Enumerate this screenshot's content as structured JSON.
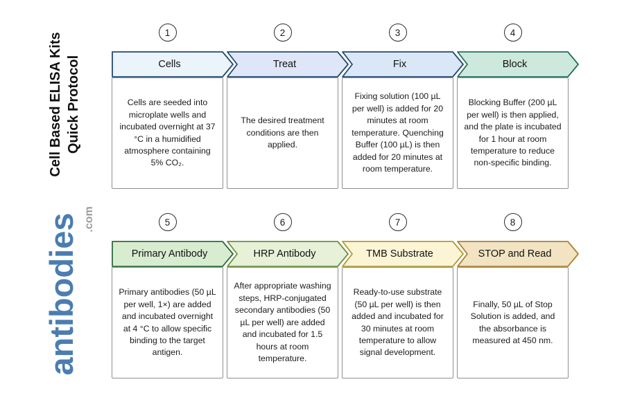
{
  "branding": {
    "title_line1": "Cell Based ELISA Kits",
    "title_line2": "Quick Protocol",
    "logo": "antibodies",
    "logo_color": "#4b7db0",
    "tld": ".com",
    "tld_color": "#9b9b9b"
  },
  "steps": [
    {
      "number": "1",
      "label": "Cells",
      "fill": "#ebf3fb",
      "stroke": "#24496e",
      "description": "Cells are seeded into microplate wells and incubated overnight at 37 °C in a humidified atmosphere containing 5% CO₂."
    },
    {
      "number": "2",
      "label": "Treat",
      "fill": "#dee6f8",
      "stroke": "#24496e",
      "description": "The desired treatment conditions are then applied."
    },
    {
      "number": "3",
      "label": "Fix",
      "fill": "#d9e7f7",
      "stroke": "#24496e",
      "description": "Fixing solution (100 µL per well) is added for 20 minutes at room temperature. Quenching Buffer (100 µL) is then added for 20 minutes at room temperature."
    },
    {
      "number": "4",
      "label": "Block",
      "fill": "#cde8dc",
      "stroke": "#266e5d",
      "description": "Blocking Buffer (200 µL per well) is then applied, and the plate is incubated for 1 hour at room temperature to reduce non-specific binding."
    },
    {
      "number": "5",
      "label": "Primary Antibody",
      "fill": "#d8ecd0",
      "stroke": "#2f6b3c",
      "description": "Primary antibodies (50 µL per well, 1×) are added and incubated overnight at 4 °C to allow specific binding to the target antigen."
    },
    {
      "number": "6",
      "label": "HRP Antibody",
      "fill": "#e6f1d8",
      "stroke": "#6e8f3e",
      "description": "After appropriate washing steps, HRP-conjugated secondary antibodies (50 µL per well) are added and incubated for 1.5 hours at room temperature."
    },
    {
      "number": "7",
      "label": "TMB Substrate",
      "fill": "#fbf5d6",
      "stroke": "#b09a35",
      "description": "Ready-to-use substrate (50 µL per well) is then added and incubated for 30 minutes at room temperature to allow signal development."
    },
    {
      "number": "8",
      "label": "STOP and Read",
      "fill": "#f2e3c3",
      "stroke": "#ad8030",
      "description": "Finally, 50 µL of Stop Solution is added, and the absorbance is measured at 450 nm."
    }
  ]
}
